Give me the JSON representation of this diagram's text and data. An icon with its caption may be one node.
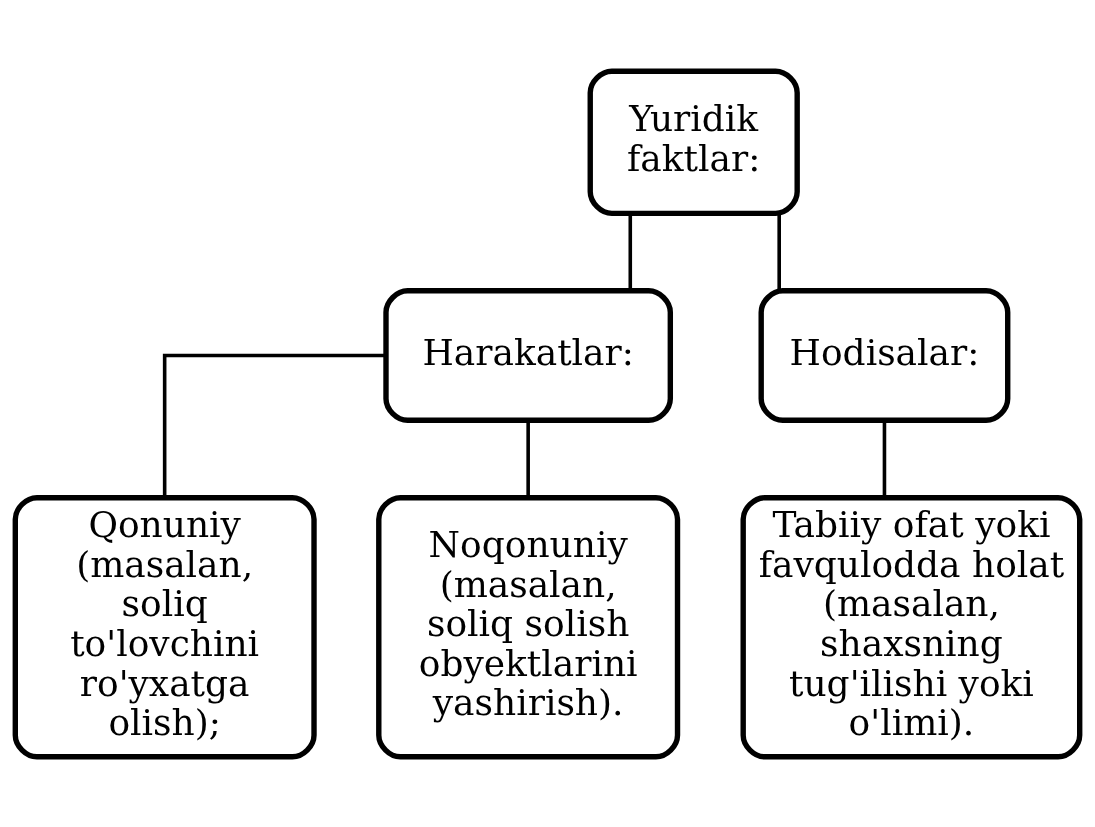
{
  "diagram": {
    "nodes": [
      {
        "text": [
          "Yuridik faktlar:"
        ]
      },
      {
        "text": [
          "Harakatlar:"
        ]
      },
      {
        "text": [
          "Hodisalar:"
        ]
      },
      {
        "text": [
          "Qonuniy (masalan, soliq to'lovchini ro'yxatga olish);"
        ]
      },
      {
        "text": [
          "Noqonuniy (masalan, soliq solish obyektlarini yashirish)."
        ]
      },
      {
        "text": [
          "Tabiiy ofat yoki favqulodda holat (masalan, shaxsning tug'ilishi yoki o'limi)."
        ]
      }
    ],
    "edges": [
      {
        "from": 0,
        "to": 1,
        "arrow": "none"
      },
      {
        "from": 0,
        "to": 2,
        "arrow": "none"
      },
      {
        "from": 1,
        "to": 3,
        "arrow": "none"
      },
      {
        "from": 1,
        "to": 4,
        "arrow": "none"
      },
      {
        "from": 2,
        "to": 5,
        "arrow": "none"
      }
    ]
  }
}
